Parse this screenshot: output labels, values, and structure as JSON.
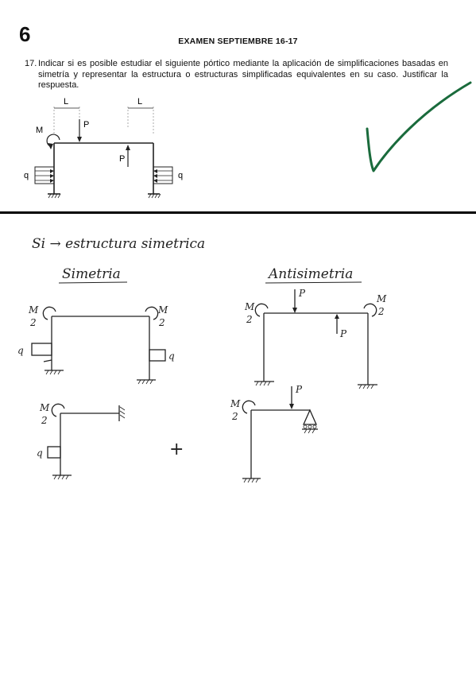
{
  "page": {
    "number": "6"
  },
  "exam": {
    "title": "EXAMEN SEPTIEMBRE 16-17"
  },
  "question": {
    "number": "17.",
    "text": "Indicar si es posible estudiar el siguiente pórtico mediante la aplicación de simplificaciones basadas en simetría y representar la estructura o estructuras simplificadas equivalentes en su caso. Justificar la respuesta."
  },
  "figure": {
    "labels": {
      "L_left": "L",
      "L_right": "L",
      "M": "M",
      "P_top": "P",
      "P_mid": "P",
      "q_left": "q",
      "q_right": "q"
    }
  },
  "grading": {
    "mark_color": "#1a6b3c"
  },
  "answer": {
    "intro": "Si → estructura simetrica",
    "simetria_title": "Simetria",
    "antisimetria_title": "Antisimetria",
    "plus": "+",
    "labels": {
      "m_half": "M/2",
      "m_half_num": "M",
      "m_half_den": "2",
      "p": "P",
      "q": "q"
    }
  }
}
